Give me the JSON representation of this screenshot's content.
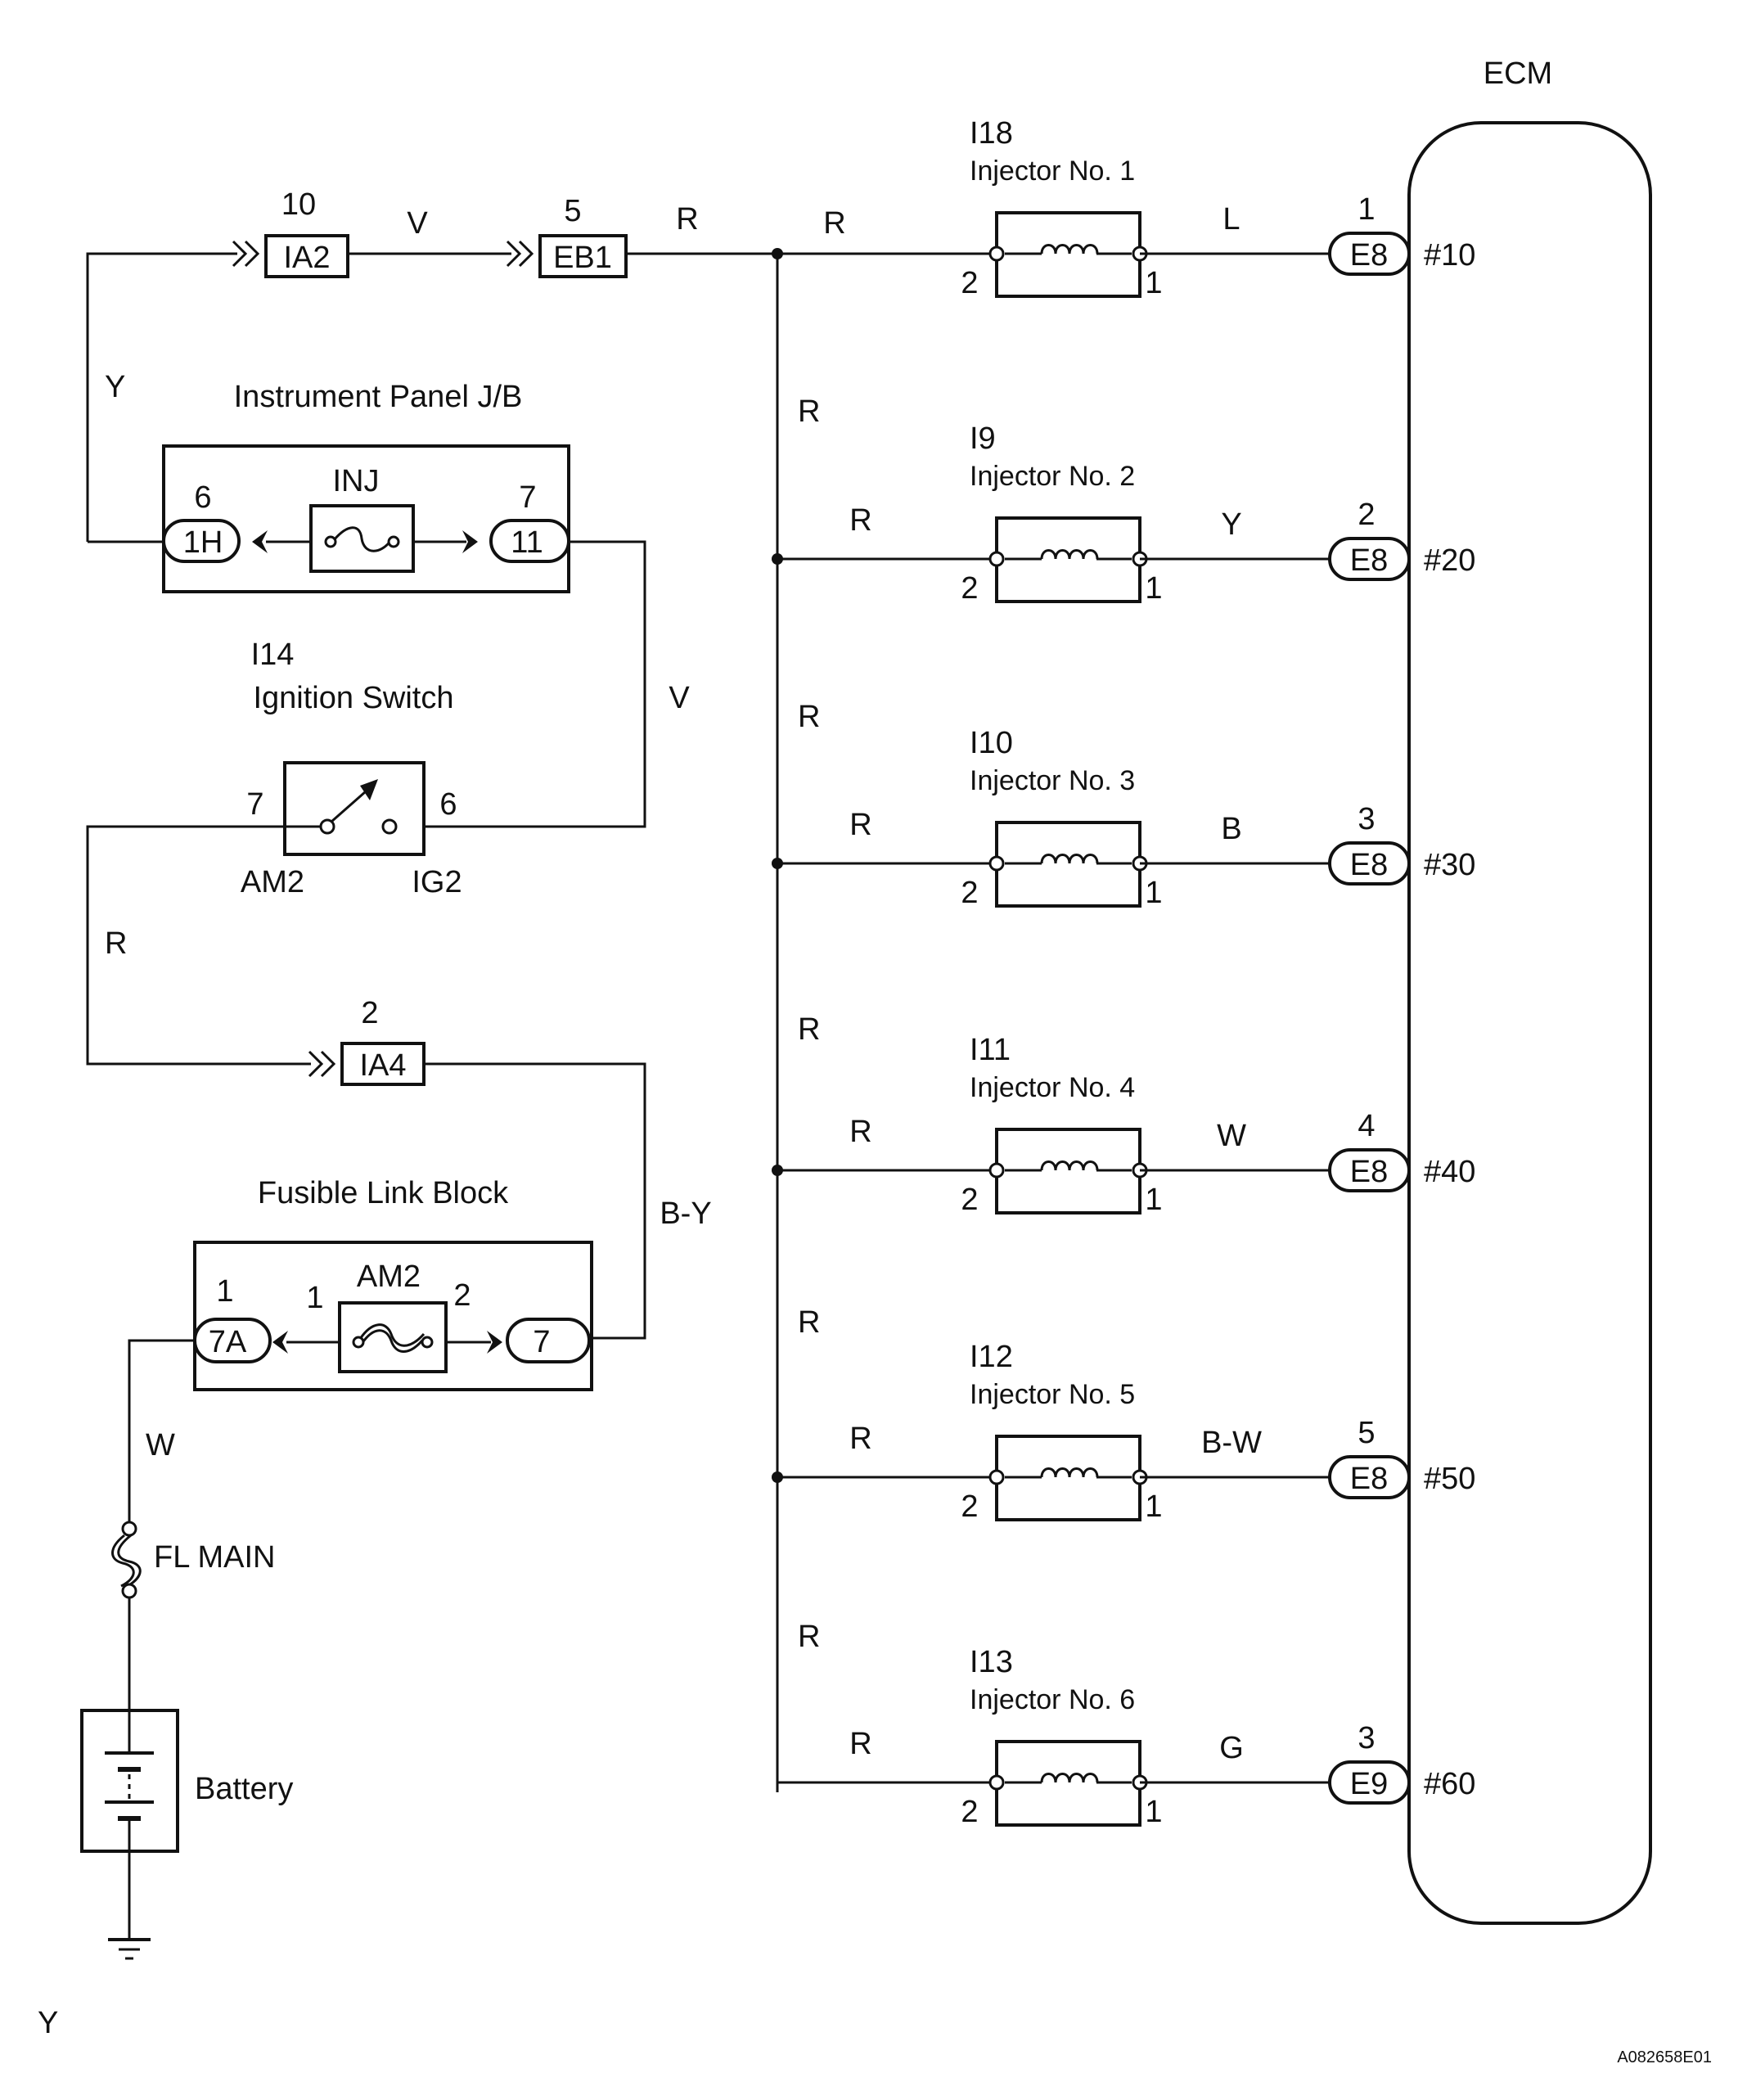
{
  "ecm": {
    "label": "ECM"
  },
  "injectors": [
    {
      "ref": "I18",
      "name": "Injector No. 1",
      "wire": "L",
      "pin": "1",
      "conn": "E8",
      "terminal": "#10",
      "riser": "R"
    },
    {
      "ref": "I9",
      "name": "Injector No. 2",
      "wire": "Y",
      "pin": "2",
      "conn": "E8",
      "terminal": "#20",
      "riser": "R"
    },
    {
      "ref": "I10",
      "name": "Injector No. 3",
      "wire": "B",
      "pin": "3",
      "conn": "E8",
      "terminal": "#30",
      "riser": "R"
    },
    {
      "ref": "I11",
      "name": "Injector No. 4",
      "wire": "W",
      "pin": "4",
      "conn": "E8",
      "terminal": "#40",
      "riser": "R"
    },
    {
      "ref": "I12",
      "name": "Injector No. 5",
      "wire": "B-W",
      "pin": "5",
      "conn": "E8",
      "terminal": "#50",
      "riser": "R"
    },
    {
      "ref": "I13",
      "name": "Injector No. 6",
      "wire": "G",
      "pin": "3",
      "conn": "E9",
      "terminal": "#60",
      "riser": "R"
    }
  ],
  "injector_pins": {
    "in": "2",
    "out": "1"
  },
  "feed_wire": "R",
  "branch_wire": "R",
  "connectors": {
    "ia2": {
      "label": "IA2",
      "pin": "10"
    },
    "eb1": {
      "label": "EB1",
      "pin": "5"
    },
    "ia4": {
      "label": "IA4",
      "pin": "2"
    }
  },
  "wires": {
    "ia2_eb1": "V",
    "left_y": "Y",
    "jb_switch": "V",
    "switch_ia4": "R",
    "ia4_fusible": "B-Y",
    "main_w": "W"
  },
  "jb": {
    "title": "Instrument Panel J/B",
    "fuse": "INJ",
    "left_conn": "1H",
    "left_pin": "6",
    "right_conn": "11",
    "right_pin": "7"
  },
  "ignition": {
    "ref": "I14",
    "name": "Ignition Switch",
    "left_pin": "7",
    "right_pin": "6",
    "left_term": "AM2",
    "right_term": "IG2"
  },
  "fusible": {
    "title": "Fusible Link Block",
    "fuse": "AM2",
    "left_conn": "7A",
    "left_pin": "1",
    "fuse_left_pin": "1",
    "fuse_right_pin": "2",
    "right_conn": "7"
  },
  "fl_main": "FL MAIN",
  "battery": "Battery",
  "corner_left": "Y",
  "figure_code": "A082658E01"
}
